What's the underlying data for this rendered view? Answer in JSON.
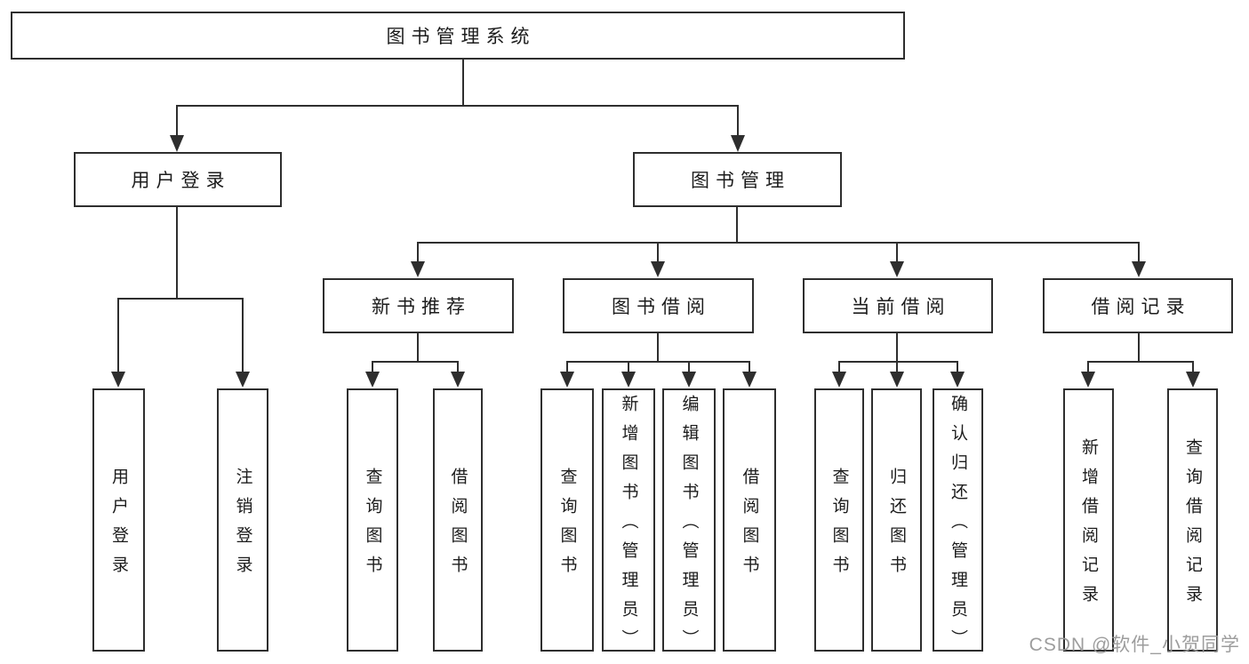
{
  "tree": {
    "label": "图书管理系统",
    "children": [
      {
        "label": "用户登录",
        "children": [
          {
            "label": "用户登录"
          },
          {
            "label": "注销登录"
          }
        ]
      },
      {
        "label": "图书管理",
        "children": [
          {
            "label": "新书推荐",
            "children": [
              {
                "label": "查询图书"
              },
              {
                "label": "借阅图书"
              }
            ]
          },
          {
            "label": "图书借阅",
            "children": [
              {
                "label": "查询图书"
              },
              {
                "label": "新增图书（管理员）"
              },
              {
                "label": "编辑图书（管理员）"
              },
              {
                "label": "借阅图书"
              }
            ]
          },
          {
            "label": "当前借阅",
            "children": [
              {
                "label": "查询图书"
              },
              {
                "label": "归还图书"
              },
              {
                "label": "确认归还（管理员）"
              }
            ]
          },
          {
            "label": "借阅记录",
            "children": [
              {
                "label": "新增借阅记录"
              },
              {
                "label": "查询借阅记录"
              }
            ]
          }
        ]
      }
    ]
  },
  "watermark": {
    "text": "CSDN @软件_小贺同学"
  },
  "colors": {
    "line": "#2e2e2e",
    "text": "#1c1c1c",
    "background": "#ffffff",
    "watermark": "#989898"
  }
}
